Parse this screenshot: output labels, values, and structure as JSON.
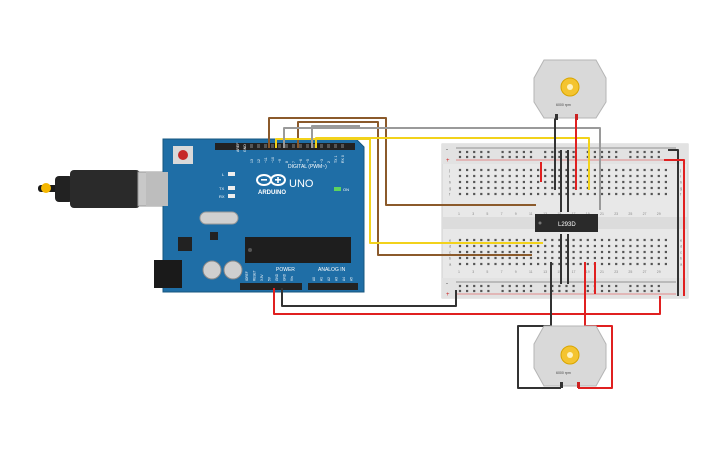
{
  "circuit": {
    "arduino": {
      "logo_text": "ARDUINO",
      "model_text": "UNO",
      "digital_label": "DIGITAL (PWM~)",
      "power_label": "POWER",
      "analog_label": "ANALOG IN",
      "on_label": "ON",
      "tx_label": "TX",
      "rx_label": "RX",
      "l_label": "L",
      "aref_label": "AREF",
      "gnd_label": "GND",
      "digital_pins": [
        "13",
        "12",
        "~11",
        "~10",
        "~9",
        "8",
        "7",
        "~6",
        "~5",
        "4",
        "~3",
        "2",
        "TX 1",
        "RX 0"
      ],
      "power_pins": [
        "IOREF",
        "RESET",
        "3.3V",
        "5V",
        "GND",
        "GND",
        "Vin"
      ],
      "analog_pins": [
        "A0",
        "A1",
        "A2",
        "A3",
        "A4",
        "A5"
      ]
    },
    "driver_ic": {
      "label": "L293D"
    },
    "motor_top": {
      "rating": "6000 rpm"
    },
    "motor_bottom": {
      "rating": "6000 rpm"
    },
    "breadboard": {
      "rail_plus": "+",
      "rail_minus": "-",
      "row_letters_top": [
        "j",
        "i",
        "h",
        "g",
        "f"
      ],
      "row_letters_bottom": [
        "e",
        "d",
        "c",
        "b",
        "a"
      ],
      "column_numbers": [
        "1",
        "3",
        "5",
        "7",
        "9",
        "11",
        "13",
        "15",
        "17",
        "19",
        "21",
        "23",
        "25",
        "27",
        "29"
      ]
    },
    "colors": {
      "board": "#1f6ea6",
      "wire_brown": "#8b5a2b",
      "wire_yellow": "#f2d21b",
      "wire_gray": "#9a9a9a",
      "wire_red": "#e02020",
      "wire_black": "#333333"
    }
  }
}
